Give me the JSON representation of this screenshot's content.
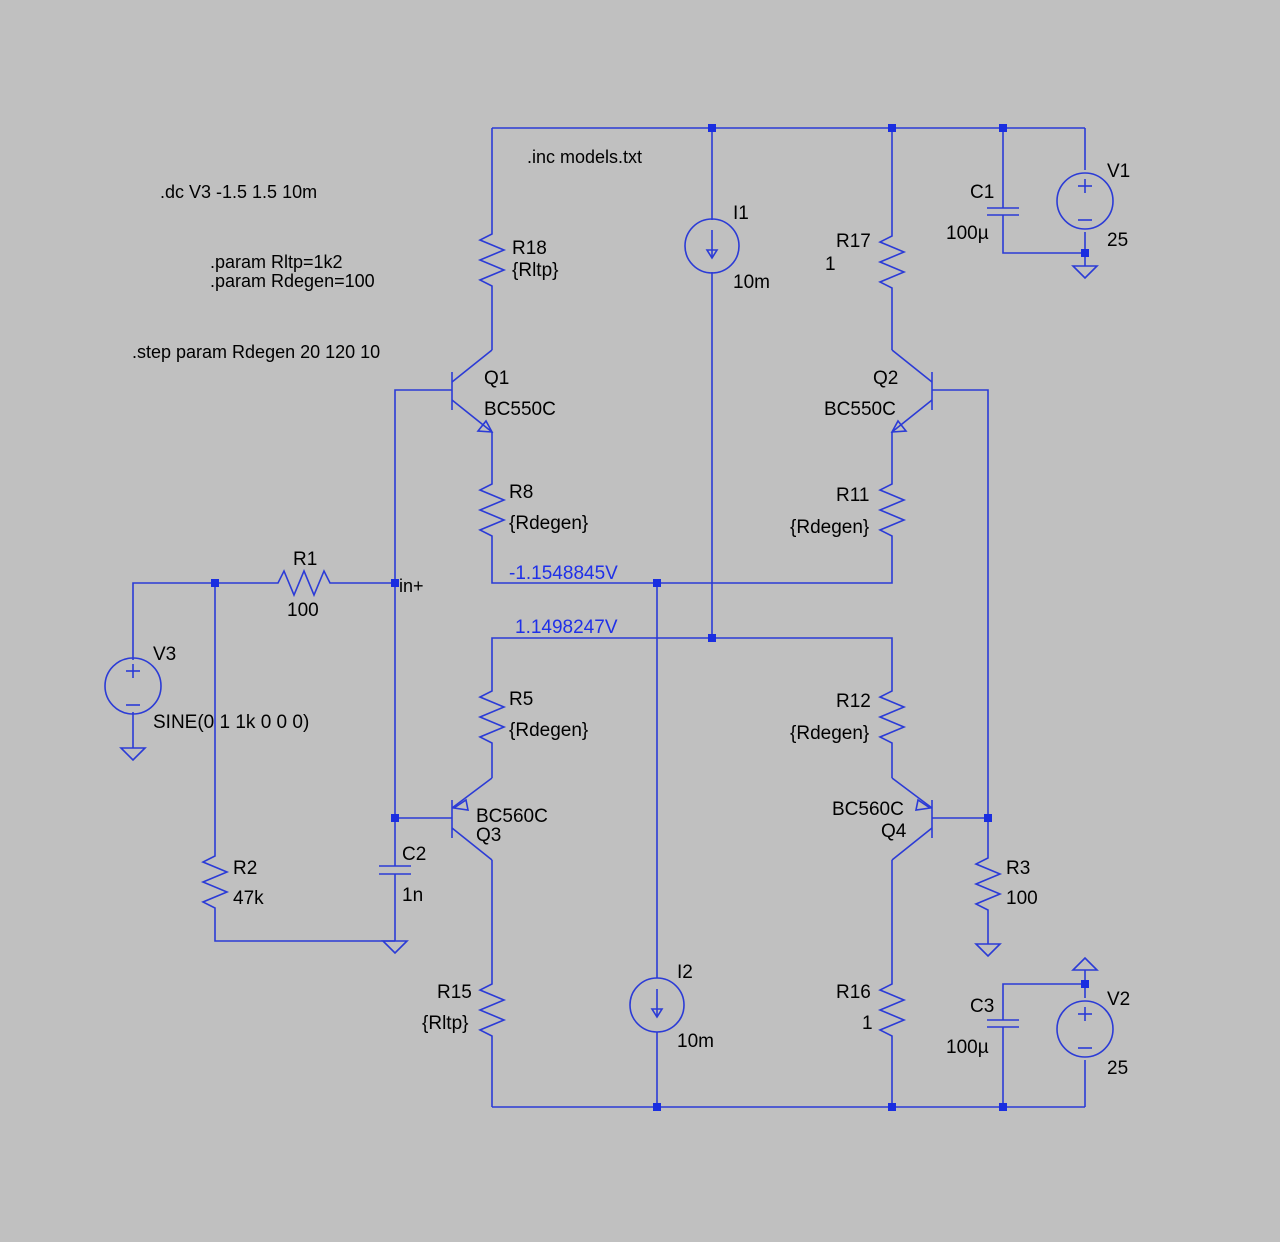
{
  "directives": {
    "dc": ".dc V3 -1.5 1.5 10m",
    "inc": ".inc models.txt",
    "param1": ".param Rltp=1k2",
    "param2": ".param Rdegen=100",
    "step": ".step param Rdegen 20 120 10"
  },
  "components": {
    "V1": {
      "name": "V1",
      "value": "25"
    },
    "V2": {
      "name": "V2",
      "value": "25"
    },
    "V3": {
      "name": "V3",
      "value": "SINE(0 1 1k 0 0 0)"
    },
    "I1": {
      "name": "I1",
      "value": "10m"
    },
    "I2": {
      "name": "I2",
      "value": "10m"
    },
    "C1": {
      "name": "C1",
      "value": "100µ"
    },
    "C2": {
      "name": "C2",
      "value": "1n"
    },
    "C3": {
      "name": "C3",
      "value": "100µ"
    },
    "R1": {
      "name": "R1",
      "value": "100"
    },
    "R2": {
      "name": "R2",
      "value": "47k"
    },
    "R3": {
      "name": "R3",
      "value": "100"
    },
    "R5": {
      "name": "R5",
      "value": "{Rdegen}"
    },
    "R8": {
      "name": "R8",
      "value": "{Rdegen}"
    },
    "R11": {
      "name": "R11",
      "value": "{Rdegen}"
    },
    "R12": {
      "name": "R12",
      "value": "{Rdegen}"
    },
    "R15": {
      "name": "R15",
      "value": "{Rltp}"
    },
    "R16": {
      "name": "R16",
      "value": "1"
    },
    "R17": {
      "name": "R17",
      "value": "1"
    },
    "R18": {
      "name": "R18",
      "value": "{Rltp}"
    },
    "Q1": {
      "name": "Q1",
      "model": "BC550C"
    },
    "Q2": {
      "name": "Q2",
      "model": "BC550C"
    },
    "Q3": {
      "name": "Q3",
      "model": "BC560C"
    },
    "Q4": {
      "name": "Q4",
      "model": "BC560C"
    }
  },
  "net_labels": {
    "in_plus": "in+"
  },
  "voltages": {
    "upper": "-1.1548845V",
    "lower": "1.1498247V"
  },
  "colors": {
    "background": "#c0c0c0",
    "wire": "#2b3bd6",
    "voltage_text": "#1f30e8"
  }
}
